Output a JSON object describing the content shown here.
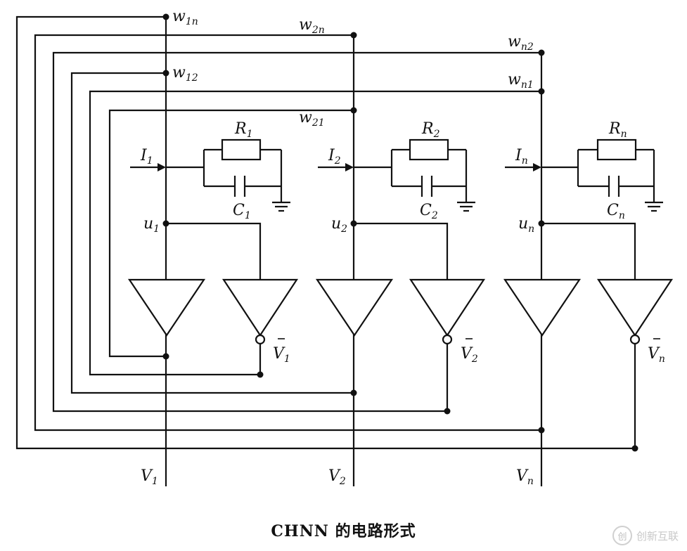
{
  "labels": {
    "w1n": {
      "base": "w",
      "sub": "1",
      "subi": "n"
    },
    "w2n": {
      "base": "w",
      "sub": "2",
      "subi": "n"
    },
    "wn2": {
      "base": "w",
      "subi": "n",
      "sub": "2"
    },
    "w12": {
      "base": "w",
      "sub": "12"
    },
    "wn1": {
      "base": "w",
      "subi": "n",
      "sub": "1"
    },
    "w21": {
      "base": "w",
      "sub": "21"
    },
    "I1": {
      "base": "I",
      "sub": "1"
    },
    "I2": {
      "base": "I",
      "sub": "2"
    },
    "In": {
      "base": "I",
      "subi": "n"
    },
    "R1": {
      "base": "R",
      "sub": "1"
    },
    "R2": {
      "base": "R",
      "sub": "2"
    },
    "Rn": {
      "base": "R",
      "subi": "n"
    },
    "C1": {
      "base": "C",
      "sub": "1"
    },
    "C2": {
      "base": "C",
      "sub": "2"
    },
    "Cn": {
      "base": "C",
      "subi": "n"
    },
    "u1": {
      "base": "u",
      "sub": "1"
    },
    "u2": {
      "base": "u",
      "sub": "2"
    },
    "un": {
      "base": "u",
      "subi": "n"
    },
    "V1bar": {
      "base": "V",
      "sub": "1"
    },
    "V2bar": {
      "base": "V",
      "sub": "2"
    },
    "Vnbar": {
      "base": "V",
      "subi": "n"
    },
    "V1": {
      "base": "V",
      "sub": "1"
    },
    "V2": {
      "base": "V",
      "sub": "2"
    },
    "Vn": {
      "base": "V",
      "subi": "n"
    }
  },
  "caption": "CHNN 的电路形式",
  "watermark": {
    "logo": "创",
    "text": "创新互联"
  }
}
